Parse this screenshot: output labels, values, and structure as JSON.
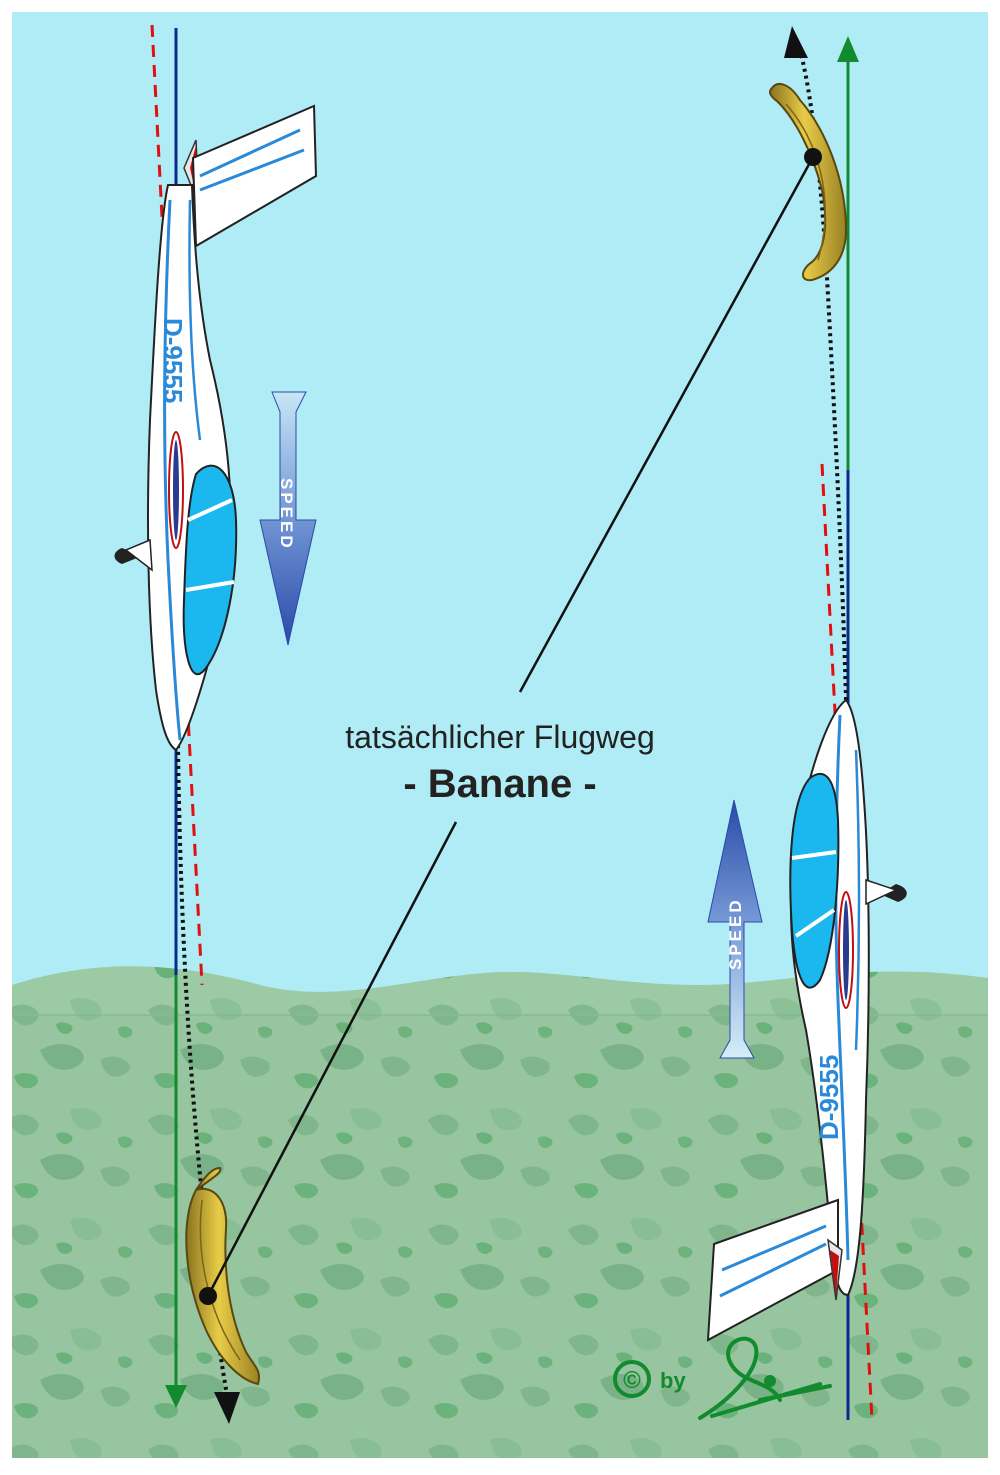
{
  "caption": {
    "line1": "tatsächlicher Flugweg",
    "line2": "- Banane -"
  },
  "speed_label": "SPEED",
  "glider_registration": "D-9555",
  "credit": {
    "copyright_symbol": "©",
    "by": "by"
  },
  "colors": {
    "sky": "#b0ecf6",
    "ground": "#9ccaa4",
    "ground_dark": "#6aa070",
    "path_green": "#128a2e",
    "path_blue": "#0a2a8c",
    "dashed_red": "#e01010",
    "dotted_black": "#111111",
    "canopy": "#1ab8ee",
    "glider_stripe": "#2a8ad8",
    "speed_arrow_dark": "#2a4aa8",
    "speed_arrow_light": "#bfe4f6",
    "banana": "#d8b83a"
  },
  "icons": {
    "speed_arrow_down": "arrow-down-icon",
    "speed_arrow_up": "arrow-up-icon",
    "banana": "banana-icon",
    "glider": "glider-icon",
    "signature": "signature-icon"
  }
}
